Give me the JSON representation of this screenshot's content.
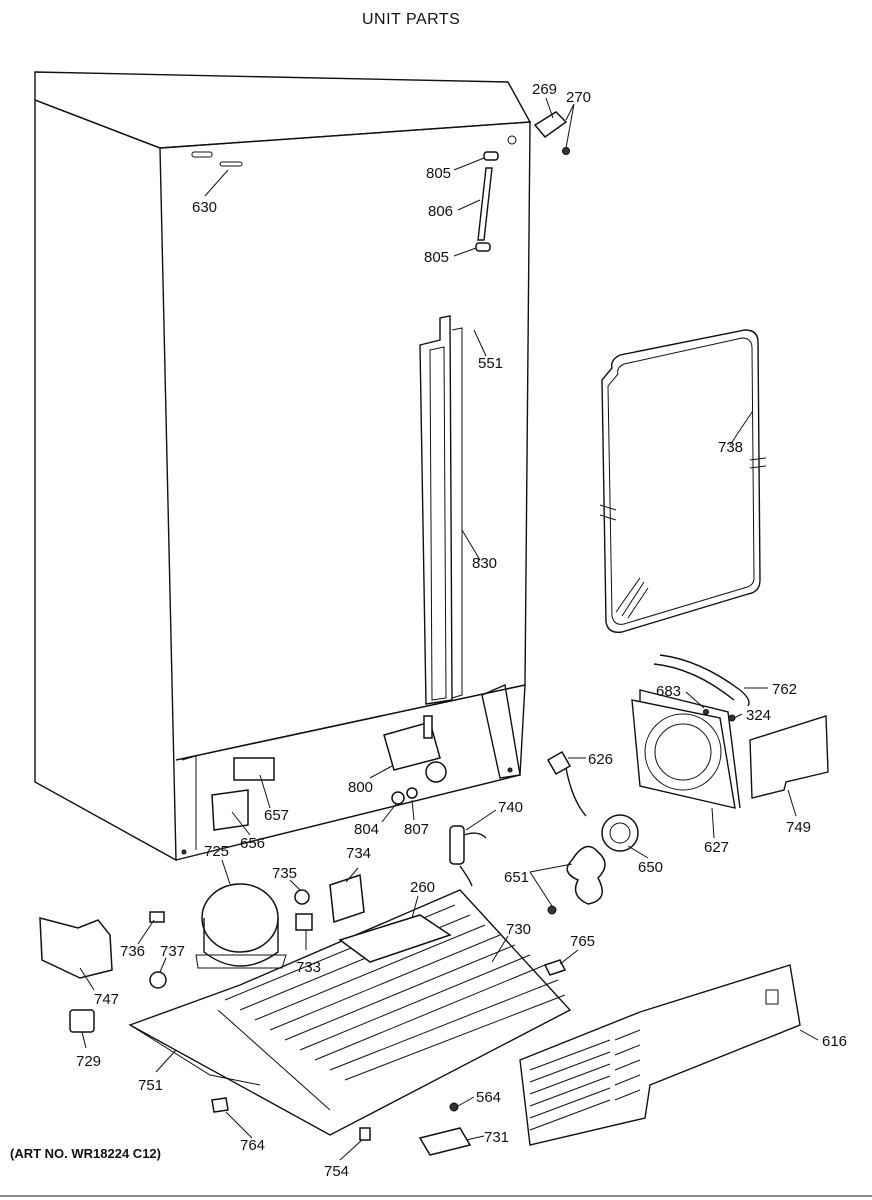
{
  "title": "UNIT PARTS",
  "art_number": "(ART NO. WR18224 C12)",
  "parts": [
    {
      "id": "269",
      "name": "part-269"
    },
    {
      "id": "270",
      "name": "part-270"
    },
    {
      "id": "805",
      "name": "part-805-upper"
    },
    {
      "id": "806",
      "name": "part-806"
    },
    {
      "id": "805",
      "name": "part-805-lower"
    },
    {
      "id": "630",
      "name": "part-630"
    },
    {
      "id": "551",
      "name": "part-551"
    },
    {
      "id": "738",
      "name": "part-738"
    },
    {
      "id": "830",
      "name": "part-830"
    },
    {
      "id": "762",
      "name": "part-762"
    },
    {
      "id": "683",
      "name": "part-683"
    },
    {
      "id": "324",
      "name": "part-324"
    },
    {
      "id": "626",
      "name": "part-626"
    },
    {
      "id": "800",
      "name": "part-800"
    },
    {
      "id": "657",
      "name": "part-657"
    },
    {
      "id": "656",
      "name": "part-656"
    },
    {
      "id": "804",
      "name": "part-804"
    },
    {
      "id": "807",
      "name": "part-807"
    },
    {
      "id": "740",
      "name": "part-740"
    },
    {
      "id": "749",
      "name": "part-749"
    },
    {
      "id": "627",
      "name": "part-627"
    },
    {
      "id": "650",
      "name": "part-650"
    },
    {
      "id": "725",
      "name": "part-725"
    },
    {
      "id": "735",
      "name": "part-735"
    },
    {
      "id": "734",
      "name": "part-734"
    },
    {
      "id": "260",
      "name": "part-260"
    },
    {
      "id": "651",
      "name": "part-651"
    },
    {
      "id": "730",
      "name": "part-730"
    },
    {
      "id": "736",
      "name": "part-736"
    },
    {
      "id": "737",
      "name": "part-737"
    },
    {
      "id": "733",
      "name": "part-733"
    },
    {
      "id": "765",
      "name": "part-765"
    },
    {
      "id": "747",
      "name": "part-747"
    },
    {
      "id": "616",
      "name": "part-616"
    },
    {
      "id": "729",
      "name": "part-729"
    },
    {
      "id": "751",
      "name": "part-751"
    },
    {
      "id": "564",
      "name": "part-564"
    },
    {
      "id": "764",
      "name": "part-764"
    },
    {
      "id": "731",
      "name": "part-731"
    },
    {
      "id": "754",
      "name": "part-754"
    }
  ]
}
